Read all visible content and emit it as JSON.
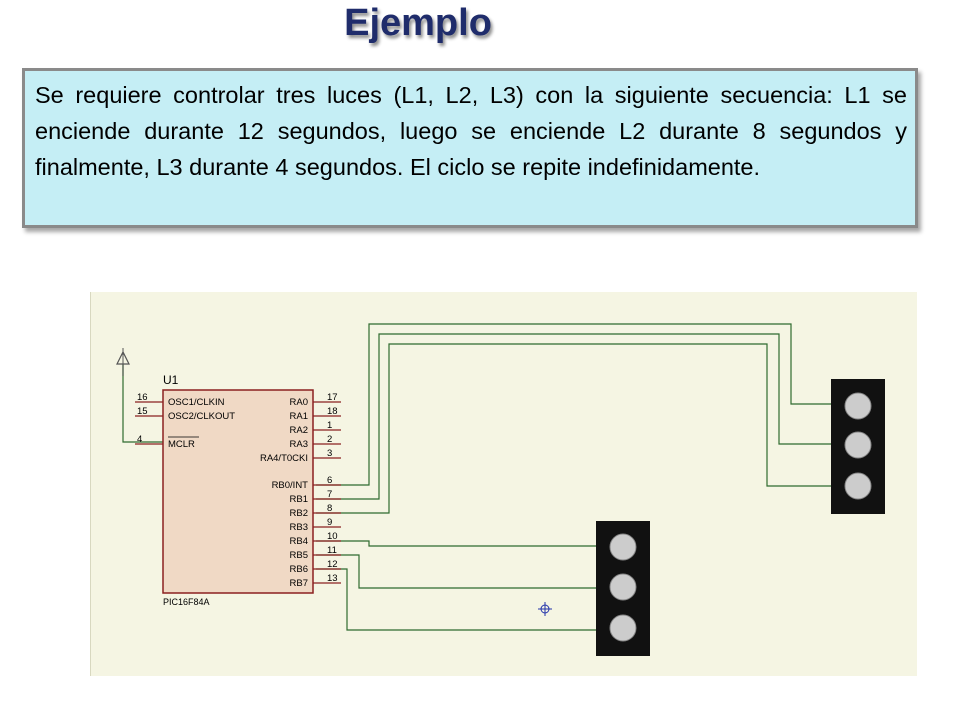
{
  "title": "Ejemplo",
  "problem": {
    "text": "Se requiere controlar tres luces (L1, L2, L3) con la siguiente secuencia: L1 se enciende durante 12 segundos,  luego se enciende L2 durante 8 segundos y finalmente, L3 durante 4 segundos. El ciclo se repite  indefinidamente."
  },
  "schematic": {
    "chip": {
      "ref": "U1",
      "part": "PIC16F84A",
      "left_pins": [
        {
          "name": "OSC1/CLKIN",
          "number": "16"
        },
        {
          "name": "OSC2/CLKOUT",
          "number": "15"
        },
        {
          "name": "MCLR",
          "number": "4"
        }
      ],
      "right_pins": [
        {
          "name": "RA0",
          "number": "17"
        },
        {
          "name": "RA1",
          "number": "18"
        },
        {
          "name": "RA2",
          "number": "1"
        },
        {
          "name": "RA3",
          "number": "2"
        },
        {
          "name": "RA4/T0CKI",
          "number": "3"
        },
        {
          "name": "RB0/INT",
          "number": "6"
        },
        {
          "name": "RB1",
          "number": "7"
        },
        {
          "name": "RB2",
          "number": "8"
        },
        {
          "name": "RB3",
          "number": "9"
        },
        {
          "name": "RB4",
          "number": "10"
        },
        {
          "name": "RB5",
          "number": "11"
        },
        {
          "name": "RB6",
          "number": "12"
        },
        {
          "name": "RB7",
          "number": "13"
        }
      ]
    },
    "colors": {
      "background": "#f5f5e3",
      "chip_fill": "#f0d9c5",
      "chip_border": "#8b2020",
      "wire": "#2f6b2f",
      "light_body": "#111111",
      "light_lamp": "#cccccc"
    }
  }
}
